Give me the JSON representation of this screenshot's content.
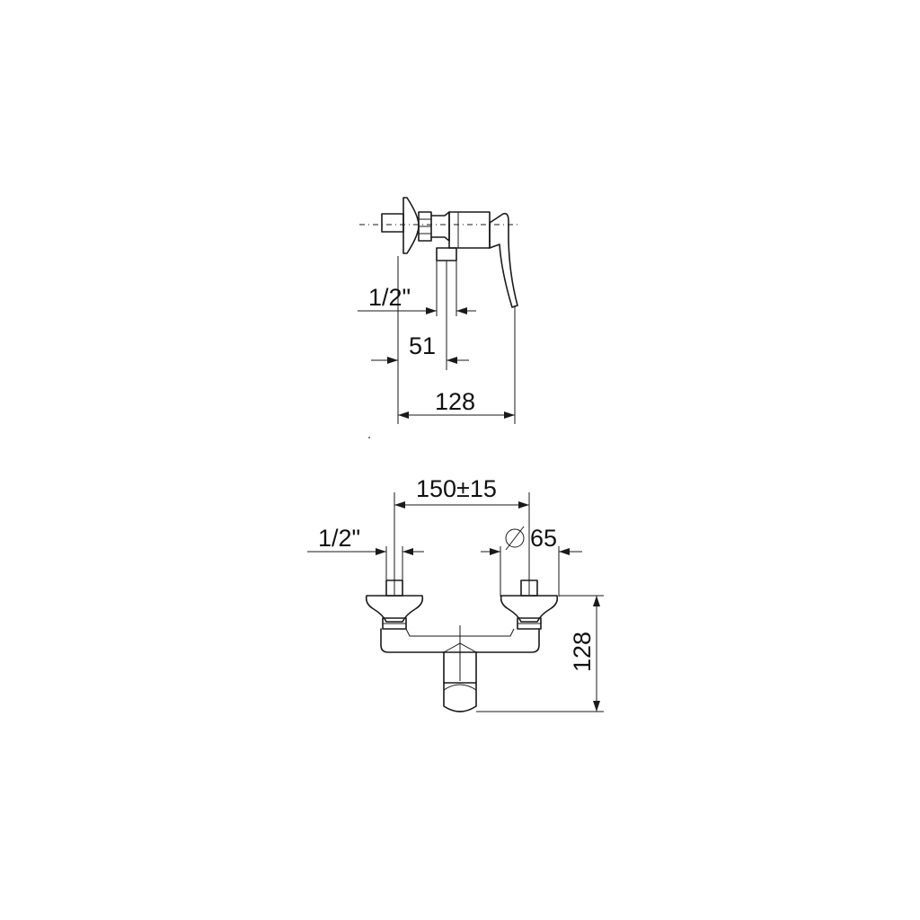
{
  "side_view": {
    "dim_thread": "1/2\"",
    "dim_outlet_offset": "51",
    "dim_depth": "128"
  },
  "front_view": {
    "dim_centers": "150±15",
    "dim_thread": "1/2\"",
    "dim_flange": "65",
    "dim_height": "128"
  },
  "colors": {
    "line": "#1a1a1a",
    "background": "#ffffff"
  }
}
